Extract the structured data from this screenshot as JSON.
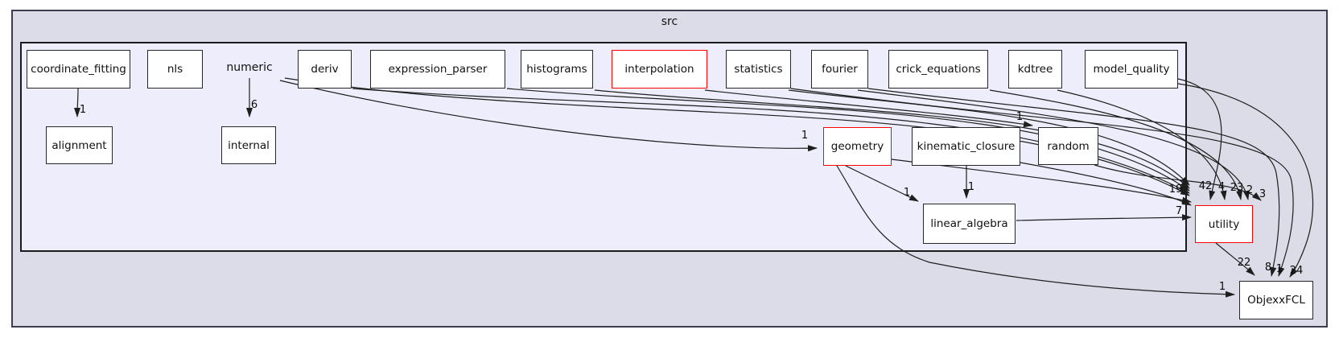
{
  "diagram": {
    "outer_cluster": {
      "label": "src"
    },
    "colors": {
      "outer_fill": "#dcdce8",
      "inner_fill": "#ededfb",
      "node_fill": "#ffffff",
      "node_border": "#262626",
      "red_border": "#fe0000",
      "edge": "#1e1e1e"
    },
    "nodes": [
      {
        "id": "coordinate_fitting",
        "label": "coordinate_fitting",
        "red": false
      },
      {
        "id": "nls",
        "label": "nls",
        "red": false
      },
      {
        "id": "numeric",
        "label": "numeric",
        "red": false
      },
      {
        "id": "deriv",
        "label": "deriv",
        "red": false
      },
      {
        "id": "expression_parser",
        "label": "expression_parser",
        "red": false
      },
      {
        "id": "histograms",
        "label": "histograms",
        "red": false
      },
      {
        "id": "interpolation",
        "label": "interpolation",
        "red": true
      },
      {
        "id": "statistics",
        "label": "statistics",
        "red": false
      },
      {
        "id": "fourier",
        "label": "fourier",
        "red": false
      },
      {
        "id": "crick_equations",
        "label": "crick_equations",
        "red": false
      },
      {
        "id": "kdtree",
        "label": "kdtree",
        "red": false
      },
      {
        "id": "model_quality",
        "label": "model_quality",
        "red": false
      },
      {
        "id": "alignment",
        "label": "alignment",
        "red": false
      },
      {
        "id": "internal",
        "label": "internal",
        "red": false
      },
      {
        "id": "geometry",
        "label": "geometry",
        "red": true
      },
      {
        "id": "kinematic_closure",
        "label": "kinematic_closure",
        "red": false
      },
      {
        "id": "random",
        "label": "random",
        "red": false
      },
      {
        "id": "linear_algebra",
        "label": "linear_algebra",
        "red": false
      },
      {
        "id": "utility",
        "label": "utility",
        "red": true
      },
      {
        "id": "ObjexxFCL",
        "label": "ObjexxFCL",
        "red": false
      }
    ],
    "edges": [
      {
        "from": "coordinate_fitting",
        "to": "alignment",
        "label": "1"
      },
      {
        "from": "numeric",
        "to": "internal",
        "label": "6"
      },
      {
        "from": "numeric",
        "to": "geometry",
        "label": "1"
      },
      {
        "from": "numeric",
        "to": "utility",
        "label": "19"
      },
      {
        "from": "deriv",
        "to": "utility",
        "label": ""
      },
      {
        "from": "expression_parser",
        "to": "utility",
        "label": ""
      },
      {
        "from": "histograms",
        "to": "utility",
        "label": ""
      },
      {
        "from": "interpolation",
        "to": "random",
        "label": "1"
      },
      {
        "from": "statistics",
        "to": "utility",
        "label": ""
      },
      {
        "from": "fourier",
        "to": "utility",
        "label": "2"
      },
      {
        "from": "crick_equations",
        "to": "utility",
        "label": "23"
      },
      {
        "from": "kdtree",
        "to": "utility",
        "label": "4"
      },
      {
        "from": "model_quality",
        "to": "utility",
        "label": "42"
      },
      {
        "from": "random",
        "to": "utility",
        "label": "3"
      },
      {
        "from": "geometry",
        "to": "utility",
        "label": ""
      },
      {
        "from": "kinematic_closure",
        "to": "utility",
        "label": ""
      },
      {
        "from": "linear_algebra",
        "to": "utility",
        "label": "7"
      },
      {
        "from": "geometry",
        "to": "linear_algebra",
        "label": "1"
      },
      {
        "from": "kinematic_closure",
        "to": "linear_algebra",
        "label": "1"
      },
      {
        "from": "geometry",
        "to": "ObjexxFCL",
        "label": "1"
      },
      {
        "from": "utility",
        "to": "ObjexxFCL",
        "label": "22"
      },
      {
        "from": "fourier",
        "to": "ObjexxFCL",
        "label": "8"
      },
      {
        "from": "statistics",
        "to": "ObjexxFCL",
        "label": "1"
      },
      {
        "from": "model_quality",
        "to": "ObjexxFCL",
        "label": "24"
      }
    ]
  }
}
